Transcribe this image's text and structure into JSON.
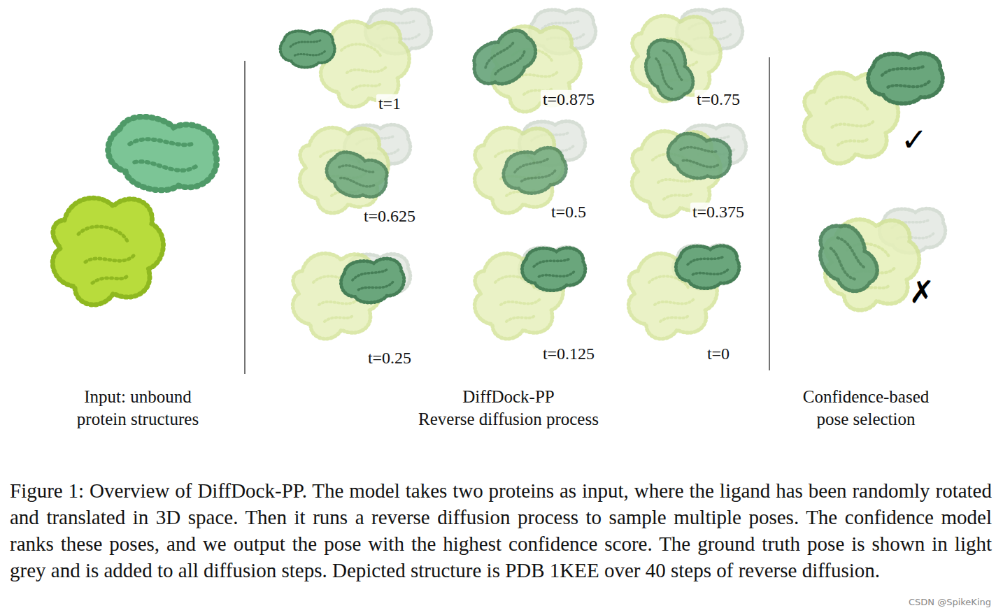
{
  "diagram": {
    "caption": "Figure 1: Overview of DiffDock-PP. The model takes two proteins as input, where the ligand has been randomly rotated and translated in 3D space. Then it runs a reverse diffusion process to sample multiple poses. The confidence model ranks these poses, and we output the pose with the highest confidence score. The ground truth pose is shown in light grey and is added to all diffusion steps. Depicted structure is PDB 1KEE over 40 steps of reverse diffusion.",
    "labels": [
      "t=1",
      "t=0.875",
      "t=0.75",
      "t=0.625",
      "t=0.5",
      "t=0.375",
      "t=0.25",
      "t=0.125",
      "t=0",
      "Input: unbound",
      "protein structures",
      "DiffDock-PP",
      "Reverse diffusion process",
      "Confidence-based",
      "pose selection",
      "✓",
      "✗",
      "CSDN @SpikeKing"
    ]
  }
}
